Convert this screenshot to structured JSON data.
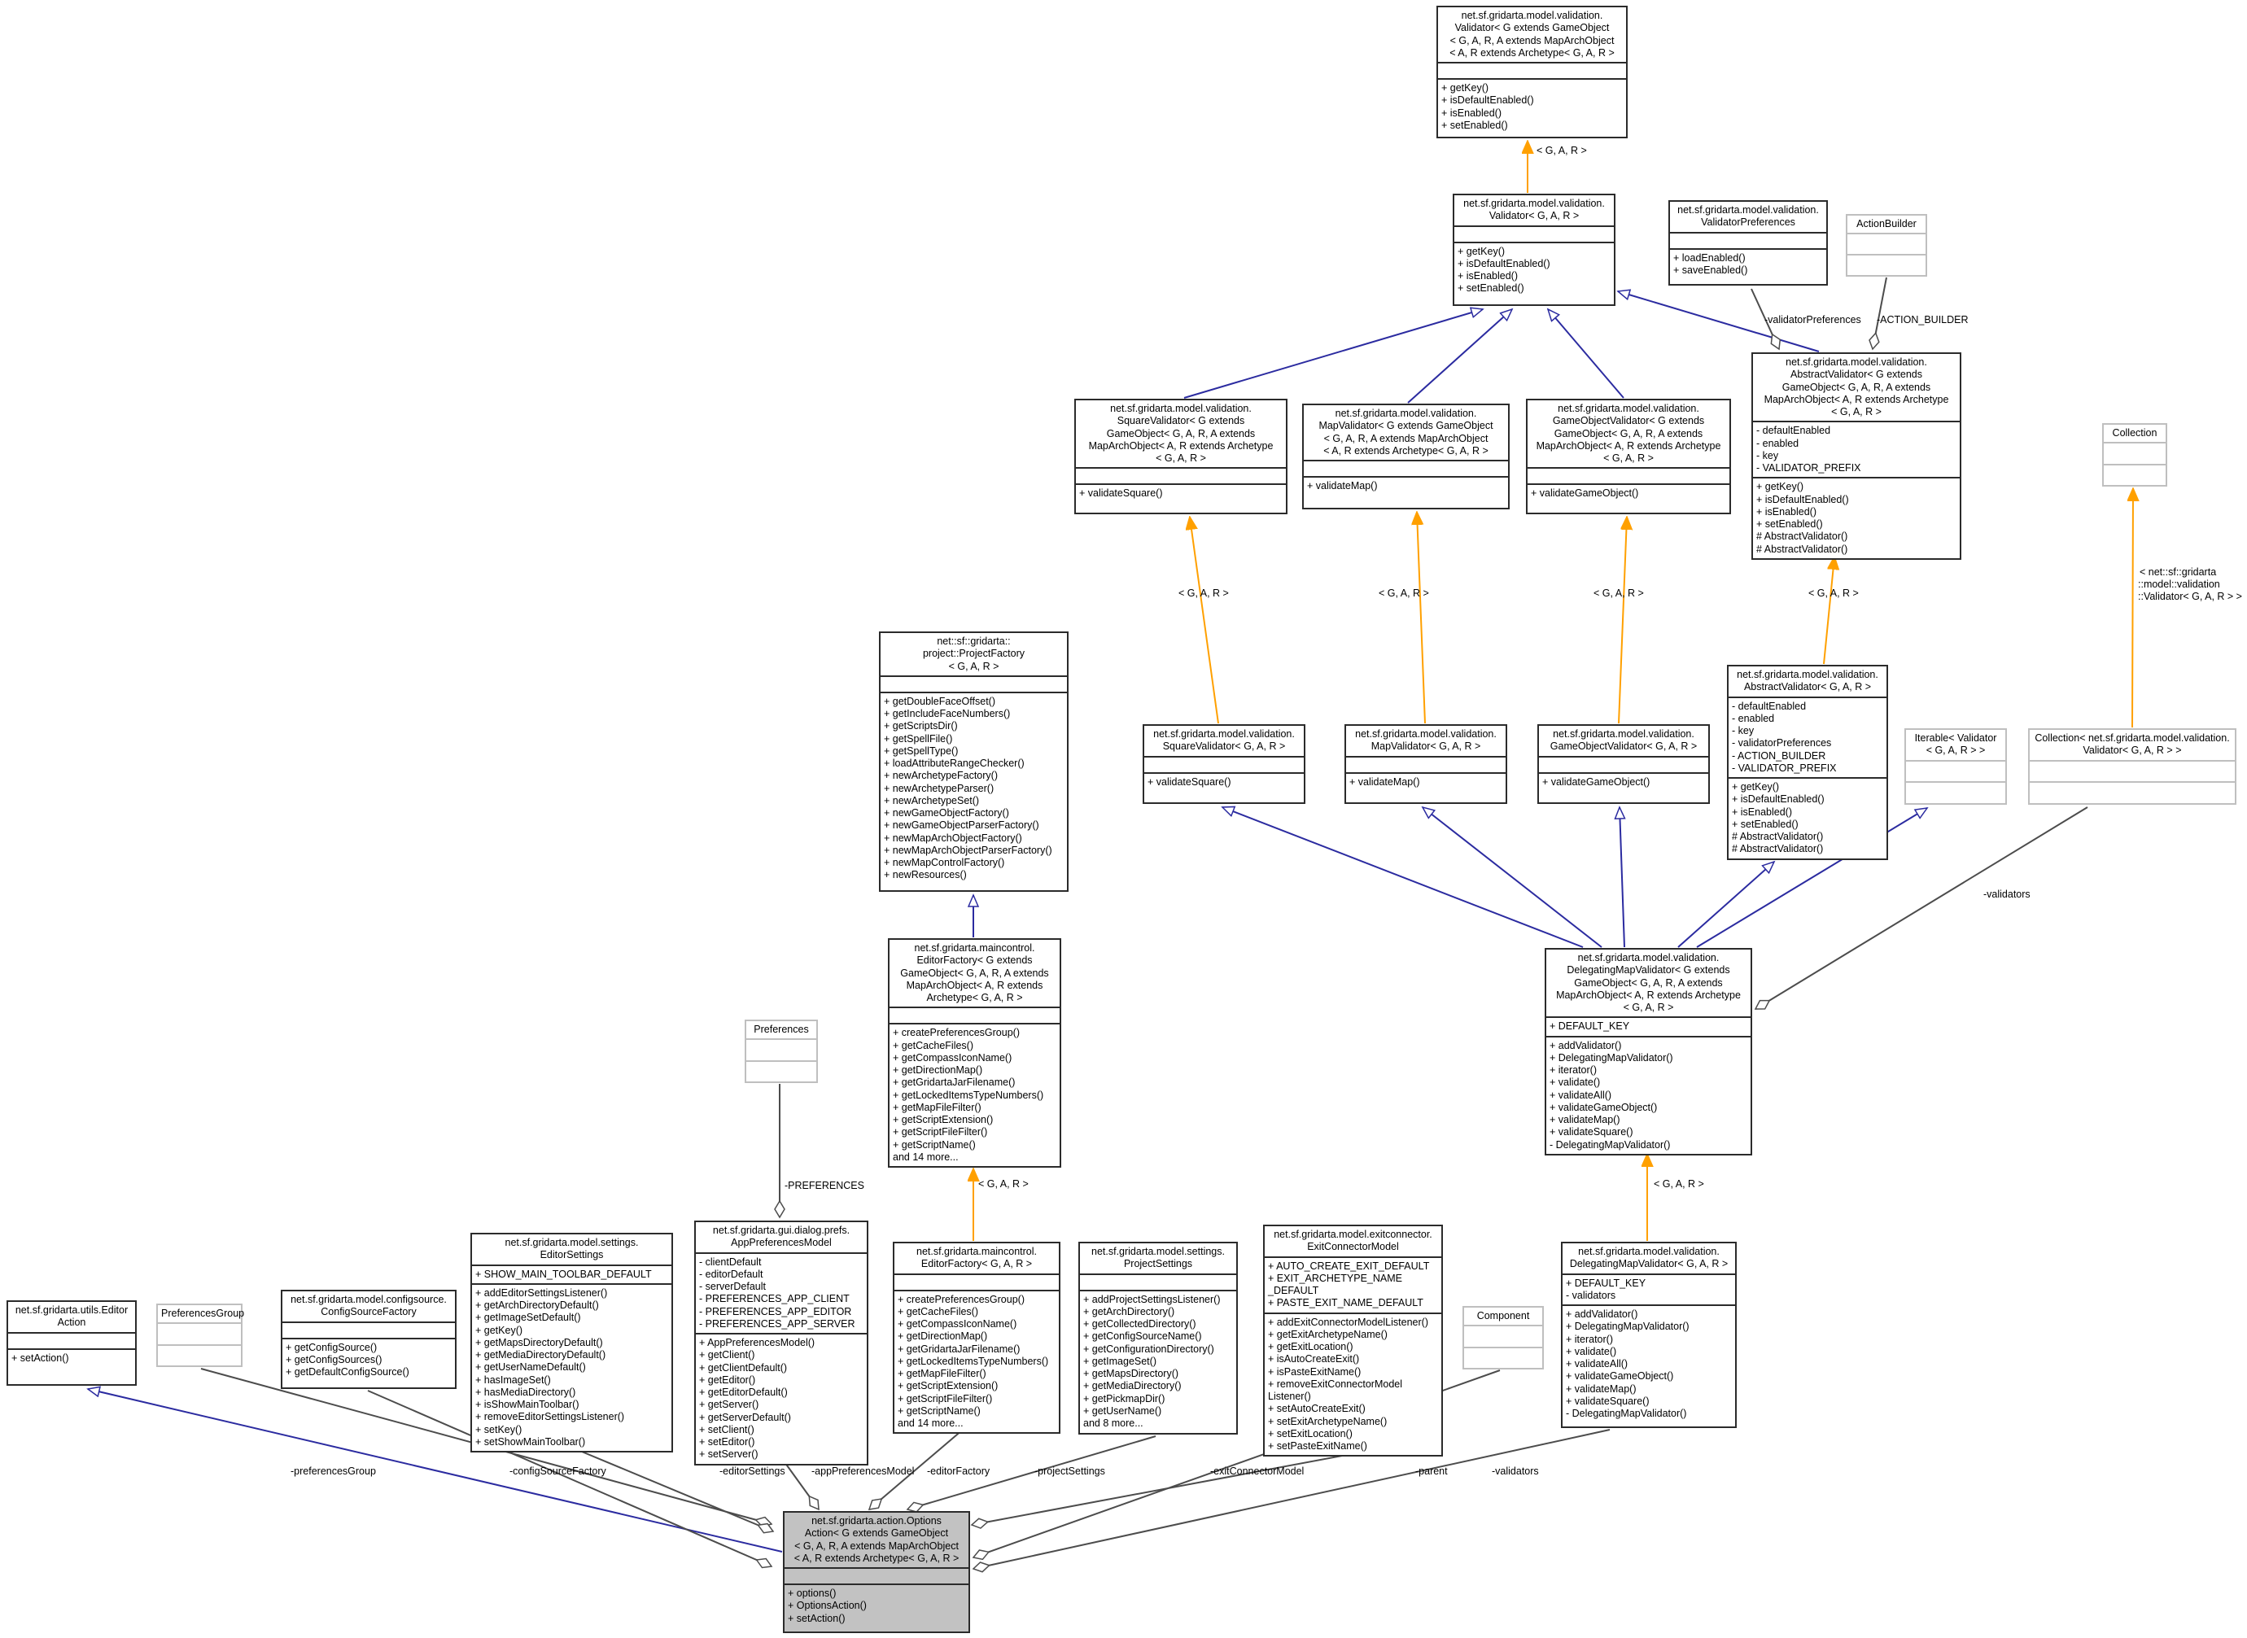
{
  "diagram": {
    "title": "Collaboration diagram for net.sf.gridarta.action.OptionsAction",
    "colors": {
      "background": "#ffffff",
      "class_border": "#2b2b2b",
      "external_border": "#bfbfbf",
      "highlight_fill": "#c2c2c2",
      "inheritance": "#2b2ba0",
      "template": "#ffa000",
      "aggregation": "#4c4c4c",
      "text": "#000000"
    },
    "classes": [
      {
        "id": "validator-generic",
        "style": "black",
        "name_lines": [
          "net.sf.gridarta.model.validation.",
          "Validator< G extends GameObject",
          "< G, A, R, A extends MapArchObject",
          "< A, R extends Archetype< G, A, R >"
        ],
        "attributes": [],
        "methods": [
          "+ getKey()",
          "+ isDefaultEnabled()",
          "+ isEnabled()",
          "+ setEnabled()"
        ]
      },
      {
        "id": "validator-gar",
        "style": "black",
        "name_lines": [
          "net.sf.gridarta.model.validation.",
          "Validator< G, A, R >"
        ],
        "attributes": [],
        "methods": [
          "+ getKey()",
          "+ isDefaultEnabled()",
          "+ isEnabled()",
          "+ setEnabled()"
        ]
      },
      {
        "id": "validator-preferences",
        "style": "black",
        "name_lines": [
          "net.sf.gridarta.model.validation.",
          "ValidatorPreferences"
        ],
        "attributes": [],
        "methods": [
          "+ loadEnabled()",
          "+ saveEnabled()"
        ]
      },
      {
        "id": "action-builder",
        "style": "gray",
        "name_lines": [
          "ActionBuilder"
        ],
        "attributes": [],
        "methods": []
      },
      {
        "id": "abstract-validator-generic",
        "style": "black",
        "name_lines": [
          "net.sf.gridarta.model.validation.",
          "AbstractValidator< G extends",
          "GameObject< G, A, R, A extends",
          "MapArchObject< A, R extends Archetype",
          "< G, A, R >"
        ],
        "attributes": [
          "- defaultEnabled",
          "- enabled",
          "- key",
          "- VALIDATOR_PREFIX"
        ],
        "methods": [
          "+ getKey()",
          "+ isDefaultEnabled()",
          "+ isEnabled()",
          "+ setEnabled()",
          "# AbstractValidator()",
          "# AbstractValidator()"
        ]
      },
      {
        "id": "collection",
        "style": "gray",
        "name_lines": [
          "Collection"
        ],
        "attributes": [],
        "methods": []
      },
      {
        "id": "square-validator-generic",
        "style": "black",
        "name_lines": [
          "net.sf.gridarta.model.validation.",
          "SquareValidator< G extends",
          "GameObject< G, A, R, A extends",
          "MapArchObject< A, R extends Archetype",
          "< G, A, R >"
        ],
        "attributes": [],
        "methods": [
          "+ validateSquare()"
        ]
      },
      {
        "id": "map-validator-generic",
        "style": "black",
        "name_lines": [
          "net.sf.gridarta.model.validation.",
          "MapValidator< G extends GameObject",
          "< G, A, R, A extends MapArchObject",
          "< A, R extends Archetype< G, A, R >"
        ],
        "attributes": [],
        "methods": [
          "+ validateMap()"
        ]
      },
      {
        "id": "gameobject-validator-generic",
        "style": "black",
        "name_lines": [
          "net.sf.gridarta.model.validation.",
          "GameObjectValidator< G extends",
          "GameObject< G, A, R, A extends",
          "MapArchObject< A, R extends Archetype",
          "< G, A, R >"
        ],
        "attributes": [],
        "methods": [
          "+ validateGameObject()"
        ]
      },
      {
        "id": "square-validator-gar",
        "style": "black",
        "name_lines": [
          "net.sf.gridarta.model.validation.",
          "SquareValidator< G, A, R >"
        ],
        "attributes": [],
        "methods": [
          "+ validateSquare()"
        ]
      },
      {
        "id": "map-validator-gar",
        "style": "black",
        "name_lines": [
          "net.sf.gridarta.model.validation.",
          "MapValidator< G, A, R >"
        ],
        "attributes": [],
        "methods": [
          "+ validateMap()"
        ]
      },
      {
        "id": "gameobject-validator-gar",
        "style": "black",
        "name_lines": [
          "net.sf.gridarta.model.validation.",
          "GameObjectValidator< G, A, R >"
        ],
        "attributes": [],
        "methods": [
          "+ validateGameObject()"
        ]
      },
      {
        "id": "abstract-validator-gar",
        "style": "black",
        "name_lines": [
          "net.sf.gridarta.model.validation.",
          "AbstractValidator< G, A, R >"
        ],
        "attributes": [
          "- defaultEnabled",
          "- enabled",
          "- key",
          "- validatorPreferences",
          "- ACTION_BUILDER",
          "- VALIDATOR_PREFIX"
        ],
        "methods": [
          "+ getKey()",
          "+ isDefaultEnabled()",
          "+ isEnabled()",
          "+ setEnabled()",
          "# AbstractValidator()",
          "# AbstractValidator()"
        ]
      },
      {
        "id": "iterable-validator",
        "style": "gray",
        "name_lines": [
          "Iterable< Validator",
          "< G, A, R > >"
        ],
        "attributes": [],
        "methods": []
      },
      {
        "id": "collection-validator",
        "style": "gray",
        "name_lines": [
          "Collection< net.sf.gridarta.model.validation.",
          "Validator< G, A, R > >"
        ],
        "attributes": [],
        "methods": []
      },
      {
        "id": "project-factory",
        "style": "black",
        "name_lines": [
          "net::sf::gridarta::",
          "project::ProjectFactory",
          "< G, A, R >"
        ],
        "attributes": [],
        "methods": [
          "+ getDoubleFaceOffset()",
          "+ getIncludeFaceNumbers()",
          "+ getScriptsDir()",
          "+ getSpellFile()",
          "+ getSpellType()",
          "+ loadAttributeRangeChecker()",
          "+ newArchetypeFactory()",
          "+ newArchetypeParser()",
          "+ newArchetypeSet()",
          "+ newGameObjectFactory()",
          "+ newGameObjectParserFactory()",
          "+ newMapArchObjectFactory()",
          "+ newMapArchObjectParserFactory()",
          "+ newMapControlFactory()",
          "+ newResources()"
        ]
      },
      {
        "id": "editor-factory-generic",
        "style": "black",
        "name_lines": [
          "net.sf.gridarta.maincontrol.",
          "EditorFactory< G extends",
          "GameObject< G, A, R, A extends",
          "MapArchObject< A, R extends",
          "Archetype< G, A, R >"
        ],
        "attributes": [],
        "methods": [
          "+ createPreferencesGroup()",
          "+ getCacheFiles()",
          "+ getCompassIconName()",
          "+ getDirectionMap()",
          "+ getGridartaJarFilename()",
          "+ getLockedItemsTypeNumbers()",
          "+ getMapFileFilter()",
          "+ getScriptExtension()",
          "+ getScriptFileFilter()",
          "+ getScriptName()",
          "and 14 more..."
        ]
      },
      {
        "id": "preferences",
        "style": "gray",
        "name_lines": [
          "Preferences"
        ],
        "attributes": [],
        "methods": []
      },
      {
        "id": "delegating-map-validator-generic",
        "style": "black",
        "name_lines": [
          "net.sf.gridarta.model.validation.",
          "DelegatingMapValidator< G extends",
          "GameObject< G, A, R, A extends",
          "MapArchObject< A, R extends Archetype",
          "< G, A, R >"
        ],
        "attributes": [
          "+ DEFAULT_KEY"
        ],
        "methods": [
          "+ addValidator()",
          "+ DelegatingMapValidator()",
          "+ iterator()",
          "+ validate()",
          "+ validateAll()",
          "+ validateGameObject()",
          "+ validateMap()",
          "+ validateSquare()",
          "- DelegatingMapValidator()"
        ]
      },
      {
        "id": "editor-settings",
        "style": "black",
        "name_lines": [
          "net.sf.gridarta.model.settings.",
          "EditorSettings"
        ],
        "attributes": [
          "+ SHOW_MAIN_TOOLBAR_DEFAULT"
        ],
        "methods": [
          "+ addEditorSettingsListener()",
          "+ getArchDirectoryDefault()",
          "+ getImageSetDefault()",
          "+ getKey()",
          "+ getMapsDirectoryDefault()",
          "+ getMediaDirectoryDefault()",
          "+ getUserNameDefault()",
          "+ hasImageSet()",
          "+ hasMediaDirectory()",
          "+ isShowMainToolbar()",
          "+ removeEditorSettingsListener()",
          "+ setKey()",
          "+ setShowMainToolbar()"
        ]
      },
      {
        "id": "app-preferences-model",
        "style": "black",
        "name_lines": [
          "net.sf.gridarta.gui.dialog.prefs.",
          "AppPreferencesModel"
        ],
        "attributes": [
          "- clientDefault",
          "- editorDefault",
          "- serverDefault",
          "- PREFERENCES_APP_CLIENT",
          "- PREFERENCES_APP_EDITOR",
          "- PREFERENCES_APP_SERVER"
        ],
        "methods": [
          "+ AppPreferencesModel()",
          "+ getClient()",
          "+ getClientDefault()",
          "+ getEditor()",
          "+ getEditorDefault()",
          "+ getServer()",
          "+ getServerDefault()",
          "+ setClient()",
          "+ setEditor()",
          "+ setServer()"
        ]
      },
      {
        "id": "editor-factory-gar",
        "style": "black",
        "name_lines": [
          "net.sf.gridarta.maincontrol.",
          "EditorFactory< G, A, R >"
        ],
        "attributes": [],
        "methods": [
          "+ createPreferencesGroup()",
          "+ getCacheFiles()",
          "+ getCompassIconName()",
          "+ getDirectionMap()",
          "+ getGridartaJarFilename()",
          "+ getLockedItemsTypeNumbers()",
          "+ getMapFileFilter()",
          "+ getScriptExtension()",
          "+ getScriptFileFilter()",
          "+ getScriptName()",
          "and 14 more..."
        ]
      },
      {
        "id": "project-settings",
        "style": "black",
        "name_lines": [
          "net.sf.gridarta.model.settings.",
          "ProjectSettings"
        ],
        "attributes": [],
        "methods": [
          "+ addProjectSettingsListener()",
          "+ getArchDirectory()",
          "+ getCollectedDirectory()",
          "+ getConfigSourceName()",
          "+ getConfigurationDirectory()",
          "+ getImageSet()",
          "+ getMapsDirectory()",
          "+ getMediaDirectory()",
          "+ getPickmapDir()",
          "+ getUserName()",
          "and 8 more..."
        ]
      },
      {
        "id": "exit-connector-model",
        "style": "black",
        "name_lines": [
          "net.sf.gridarta.model.exitconnector.",
          "ExitConnectorModel"
        ],
        "attributes": [
          "+ AUTO_CREATE_EXIT_DEFAULT",
          "+ EXIT_ARCHETYPE_NAME",
          "_DEFAULT",
          "+ PASTE_EXIT_NAME_DEFAULT"
        ],
        "methods": [
          "+ addExitConnectorModelListener()",
          "+ getExitArchetypeName()",
          "+ getExitLocation()",
          "+ isAutoCreateExit()",
          "+ isPasteExitName()",
          "+ removeExitConnectorModel",
          "Listener()",
          "+ setAutoCreateExit()",
          "+ setExitArchetypeName()",
          "+ setExitLocation()",
          "+ setPasteExitName()"
        ]
      },
      {
        "id": "component",
        "style": "gray",
        "name_lines": [
          "Component"
        ],
        "attributes": [],
        "methods": []
      },
      {
        "id": "delegating-map-validator-gar",
        "style": "black",
        "name_lines": [
          "net.sf.gridarta.model.validation.",
          "DelegatingMapValidator< G, A, R >"
        ],
        "attributes": [
          "+ DEFAULT_KEY",
          "- validators"
        ],
        "methods": [
          "+ addValidator()",
          "+ DelegatingMapValidator()",
          "+ iterator()",
          "+ validate()",
          "+ validateAll()",
          "+ validateGameObject()",
          "+ validateMap()",
          "+ validateSquare()",
          "- DelegatingMapValidator()"
        ]
      },
      {
        "id": "editor-action",
        "style": "black",
        "name_lines": [
          "net.sf.gridarta.utils.Editor",
          "Action"
        ],
        "attributes": [],
        "methods": [
          "+ setAction()"
        ]
      },
      {
        "id": "preferences-group",
        "style": "gray",
        "name_lines": [
          "PreferencesGroup"
        ],
        "attributes": [],
        "methods": []
      },
      {
        "id": "config-source-factory",
        "style": "black",
        "name_lines": [
          "net.sf.gridarta.model.configsource.",
          "ConfigSourceFactory"
        ],
        "attributes": [],
        "methods": [
          "+ getConfigSource()",
          "+ getConfigSources()",
          "+ getDefaultConfigSource()"
        ]
      },
      {
        "id": "options-action",
        "style": "highlight",
        "name_lines": [
          "net.sf.gridarta.action.Options",
          "Action< G extends GameObject",
          "< G, A, R, A extends MapArchObject",
          "< A, R extends Archetype< G, A, R >"
        ],
        "attributes": [],
        "methods": [
          "+ options()",
          "+ OptionsAction()",
          "+ setAction()"
        ]
      }
    ],
    "edges": [
      {
        "id": "e1",
        "type": "inheritance",
        "from": "square-validator-generic",
        "to": "validator-gar"
      },
      {
        "id": "e2",
        "type": "inheritance",
        "from": "map-validator-generic",
        "to": "validator-gar"
      },
      {
        "id": "e3",
        "type": "inheritance",
        "from": "gameobject-validator-generic",
        "to": "validator-gar"
      },
      {
        "id": "e4",
        "type": "inheritance",
        "from": "abstract-validator-generic",
        "to": "validator-gar"
      },
      {
        "id": "e5",
        "type": "inheritance",
        "from": "delegating-map-validator-generic",
        "to": "square-validator-gar"
      },
      {
        "id": "e6",
        "type": "inheritance",
        "from": "delegating-map-validator-generic",
        "to": "map-validator-gar"
      },
      {
        "id": "e7",
        "type": "inheritance",
        "from": "delegating-map-validator-generic",
        "to": "gameobject-validator-gar"
      },
      {
        "id": "e8",
        "type": "inheritance",
        "from": "delegating-map-validator-generic",
        "to": "abstract-validator-gar"
      },
      {
        "id": "e9",
        "type": "inheritance",
        "from": "delegating-map-validator-generic",
        "to": "iterable-validator"
      },
      {
        "id": "e10",
        "type": "inheritance",
        "from": "options-action",
        "to": "editor-action"
      },
      {
        "id": "e11",
        "type": "inheritance",
        "from": "editor-factory-generic",
        "to": "project-factory"
      },
      {
        "id": "o1",
        "type": "template",
        "from": "validator-gar",
        "to": "validator-generic",
        "label": "gar"
      },
      {
        "id": "o2",
        "type": "template",
        "from": "square-validator-gar",
        "to": "square-validator-generic",
        "label": "gar"
      },
      {
        "id": "o3",
        "type": "template",
        "from": "map-validator-gar",
        "to": "map-validator-generic",
        "label": "gar"
      },
      {
        "id": "o4",
        "type": "template",
        "from": "gameobject-validator-gar",
        "to": "gameobject-validator-generic",
        "label": "gar"
      },
      {
        "id": "o5",
        "type": "template",
        "from": "abstract-validator-gar",
        "to": "abstract-validator-generic",
        "label": "gar"
      },
      {
        "id": "o6",
        "type": "template",
        "from": "collection-validator",
        "to": "collection",
        "label": "collection_of"
      },
      {
        "id": "o7",
        "type": "template",
        "from": "editor-factory-gar",
        "to": "editor-factory-generic",
        "label": "gar"
      },
      {
        "id": "o8",
        "type": "template",
        "from": "delegating-map-validator-gar",
        "to": "delegating-map-validator-generic",
        "label": "gar"
      },
      {
        "id": "a1",
        "type": "aggregation",
        "from": "validator-preferences",
        "to": "abstract-validator-generic",
        "label": "validator_preferences"
      },
      {
        "id": "a2",
        "type": "aggregation",
        "from": "action-builder",
        "to": "abstract-validator-generic",
        "label": "action_builder"
      },
      {
        "id": "a3",
        "type": "aggregation",
        "from": "collection-validator",
        "to": "delegating-map-validator-generic",
        "label": "validators"
      },
      {
        "id": "a4",
        "type": "aggregation",
        "from": "preferences",
        "to": "app-preferences-model",
        "label": "preferences_const"
      },
      {
        "id": "a5",
        "type": "aggregation",
        "from": "preferences-group",
        "to": "options-action",
        "label": "preferences_group"
      },
      {
        "id": "a6",
        "type": "aggregation",
        "from": "config-source-factory",
        "to": "options-action",
        "label": "config_source_factory"
      },
      {
        "id": "a7",
        "type": "aggregation",
        "from": "editor-settings",
        "to": "options-action",
        "label": "editor_settings"
      },
      {
        "id": "a8",
        "type": "aggregation",
        "from": "app-preferences-model",
        "to": "options-action",
        "label": "app_preferences_model"
      },
      {
        "id": "a9",
        "type": "aggregation",
        "from": "editor-factory-gar",
        "to": "options-action",
        "label": "editor_factory"
      },
      {
        "id": "a10",
        "type": "aggregation",
        "from": "project-settings",
        "to": "options-action",
        "label": "project_settings"
      },
      {
        "id": "a11",
        "type": "aggregation",
        "from": "exit-connector-model",
        "to": "options-action",
        "label": "exit_connector_model"
      },
      {
        "id": "a12",
        "type": "aggregation",
        "from": "component",
        "to": "options-action",
        "label": "parent"
      },
      {
        "id": "a13",
        "type": "aggregation",
        "from": "delegating-map-validator-gar",
        "to": "options-action",
        "label": "validators"
      }
    ]
  },
  "labels": {
    "gar": "< G, A, R >",
    "validator_preferences": "-validatorPreferences",
    "action_builder": "-ACTION_BUILDER",
    "collection_of_1": "< net::sf::gridarta",
    "collection_of_2": "::model::validation",
    "collection_of_3": "::Validator< G, A, R > >",
    "validators": "-validators",
    "preferences_const": "-PREFERENCES",
    "preferences_group": "-preferencesGroup",
    "config_source_factory": "-configSourceFactory",
    "editor_settings": "-editorSettings",
    "app_preferences_model": "-appPreferencesModel",
    "editor_factory": "-editorFactory",
    "project_settings": "-projectSettings",
    "exit_connector_model": "-exitConnectorModel",
    "parent": "-parent"
  }
}
